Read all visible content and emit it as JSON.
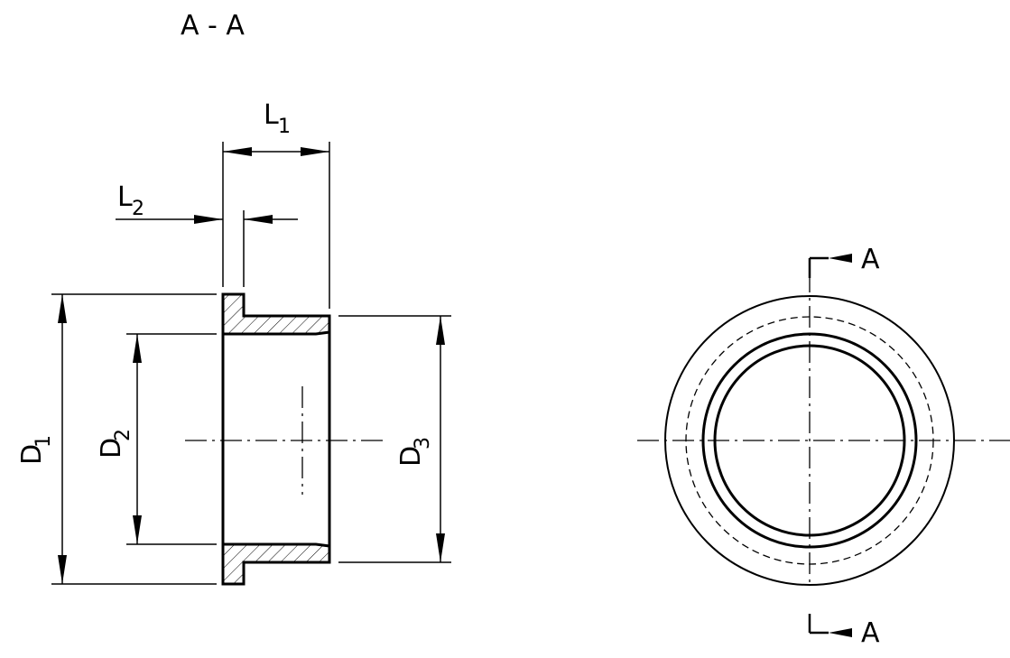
{
  "section_title": "A - A",
  "section_marker": "A",
  "dimensions": {
    "L1": {
      "letter": "L",
      "index": "1"
    },
    "L2": {
      "letter": "L",
      "index": "2"
    },
    "D1": {
      "letter": "D",
      "index": "1"
    },
    "D2": {
      "letter": "D",
      "index": "2"
    },
    "D3": {
      "letter": "D",
      "index": "3"
    }
  }
}
